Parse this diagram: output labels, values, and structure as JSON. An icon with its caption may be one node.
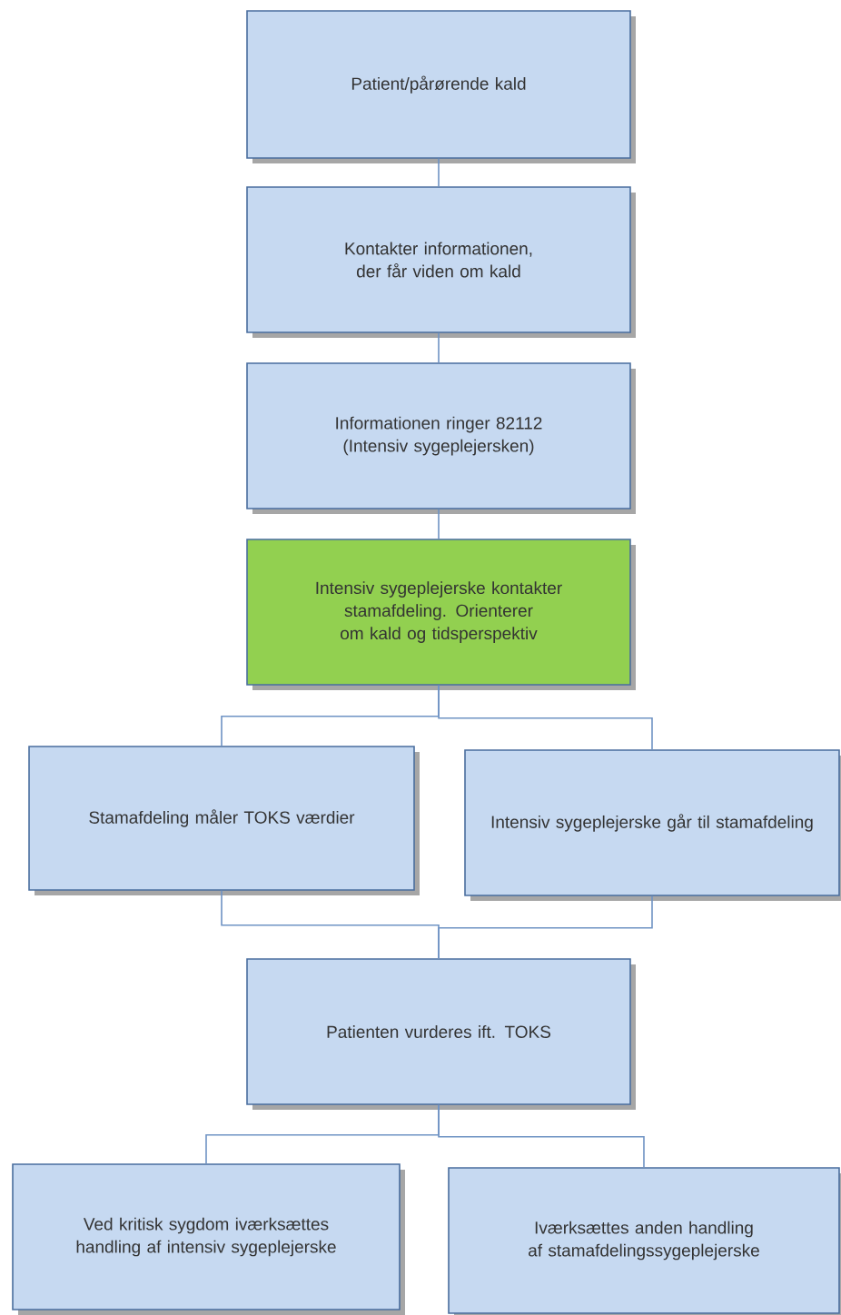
{
  "diagram": {
    "nodes": [
      {
        "text": [
          "Patient/pårørende kald"
        ]
      },
      {
        "text": [
          "Kontakter informationen, der får viden om kald"
        ]
      },
      {
        "text": [
          "Informationen ringer 82112 (Intensiv sygeplejersken)"
        ]
      },
      {
        "text": [
          "Intensiv sygeplejerske kontakter stamafdeling. Orienterer om kald og tidsperspektiv"
        ]
      },
      {
        "text": [
          "Stamafdeling måler TOKS værdier"
        ]
      },
      {
        "text": [
          "Intensiv sygeplejerske går til stamafdeling"
        ]
      },
      {
        "text": [
          "Patienten vurderes ift. TOKS"
        ]
      },
      {
        "text": [
          "Ved kritisk sygdom iværksættes handling af intensiv sygeplejerske"
        ]
      },
      {
        "text": [
          "Iværksættes anden handling af stamafdelingssygeplejerske"
        ]
      }
    ],
    "edges": [
      {
        "from": 0,
        "to": 1,
        "arrow": "none"
      },
      {
        "from": 1,
        "to": 2,
        "arrow": "none"
      },
      {
        "from": 2,
        "to": 3,
        "arrow": "none"
      },
      {
        "from": 3,
        "to": 4,
        "arrow": "none"
      },
      {
        "from": 3,
        "to": 5,
        "arrow": "none"
      },
      {
        "from": 4,
        "to": 6,
        "arrow": "none"
      },
      {
        "from": 5,
        "to": 6,
        "arrow": "none"
      },
      {
        "from": 6,
        "to": 7,
        "arrow": "none"
      },
      {
        "from": 6,
        "to": 8,
        "arrow": "none"
      }
    ]
  }
}
